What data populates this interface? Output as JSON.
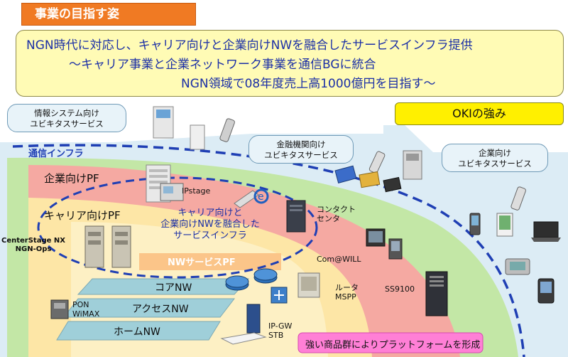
{
  "title": "事業の目指す姿",
  "mission": {
    "line1": "NGN時代に対応し、キャリア向けと企業向けNWを融合したサービスインフラ提供",
    "line2": "～キャリア事業と企業ネットワーク事業を通信BGに統合",
    "line3": "NGN領域で08年度売上高1000億円を目指す～"
  },
  "strength": "OKIの強み",
  "bubbles": {
    "info": [
      "情報システム向け",
      "ユビキタスサービス"
    ],
    "finance": [
      "金融機関向け",
      "ユビキタスサービス"
    ],
    "enterprise": [
      "企業向け",
      "ユビキタスサービス"
    ]
  },
  "layers": {
    "infra": "通信インフラ",
    "enterprise_pf": "企業向けPF",
    "carrier_pf": "キャリア向けPF",
    "nw_service_pf": "NWサービスPF",
    "core_nw": "コアNW",
    "access_nw": "アクセスNW",
    "home_nw": "ホームNW"
  },
  "fusion": [
    "キャリア向けと",
    "企業向けNWを融合した",
    "サービスインフラ"
  ],
  "products": {
    "centerstage": [
      "CenterStage NX",
      "NGN-Ops"
    ],
    "ipstage": "IPstage",
    "contact": [
      "コンタクト",
      "センタ"
    ],
    "comwill": "Com@WILL",
    "ss9100": "SS9100",
    "router": [
      "ルータ",
      "MSPP"
    ],
    "pon": [
      "PON",
      "WiMAX"
    ],
    "ipgw": [
      "IP-GW",
      "STB"
    ]
  },
  "strong_products": "強い商品群によりプラットフォームを形成",
  "colors": {
    "title_tab": "#f07a23",
    "mission_bg": "#fffbb5",
    "mission_text": "#1b2fa6",
    "strength_bg": "#fff000",
    "infra_dash": "#1f3fb4",
    "enterprise_pf": "#f5a9a2",
    "carrier_pf": "#fde6a6",
    "green_band": "#c3e7a6",
    "strong_bar": "#ff7fd6"
  }
}
